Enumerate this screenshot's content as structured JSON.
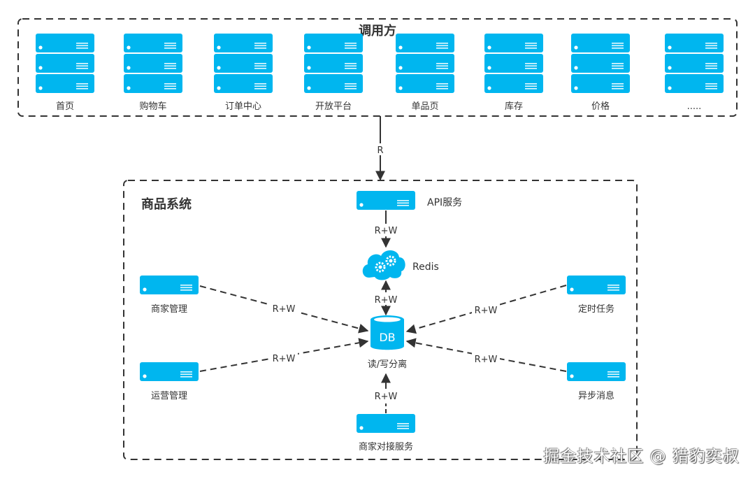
{
  "colors": {
    "server": "#00b6ef",
    "line": "#333333",
    "text": "#333333"
  },
  "callers": {
    "title": "调用方",
    "items": [
      {
        "label": "首页",
        "icon": "server-stack-icon"
      },
      {
        "label": "购物车",
        "icon": "server-stack-icon"
      },
      {
        "label": "订单中心",
        "icon": "server-stack-icon"
      },
      {
        "label": "开放平台",
        "icon": "server-stack-icon"
      },
      {
        "label": "单品页",
        "icon": "server-stack-icon"
      },
      {
        "label": "库存",
        "icon": "server-stack-icon"
      },
      {
        "label": "价格",
        "icon": "server-stack-icon"
      },
      {
        "label": ".....",
        "icon": "server-stack-icon"
      }
    ]
  },
  "caller_edge_label": "R",
  "system": {
    "title": "商品系统",
    "api": {
      "label": "API服务",
      "icon": "server-icon"
    },
    "redis": {
      "label": "Redis",
      "icon": "cloud-gears-icon"
    },
    "db": {
      "label": "DB",
      "caption": "读/写分离",
      "icon": "database-icon"
    },
    "merchant_mgmt": {
      "label": "商家管理",
      "icon": "server-icon"
    },
    "ops_mgmt": {
      "label": "运营管理",
      "icon": "server-icon"
    },
    "scheduled": {
      "label": "定时任务",
      "icon": "server-icon"
    },
    "async_msg": {
      "label": "异步消息",
      "icon": "server-icon"
    },
    "merchant_integration": {
      "label": "商家对接服务",
      "icon": "server-icon"
    },
    "edges": {
      "api_redis": "R+W",
      "redis_db": "R+W",
      "merchant_db": "R+W",
      "ops_db": "R+W",
      "scheduled_db": "R+W",
      "async_db": "R+W",
      "integration_db": "R+W"
    }
  },
  "watermark": "掘金技术社区 @ 猎豹奕叔"
}
